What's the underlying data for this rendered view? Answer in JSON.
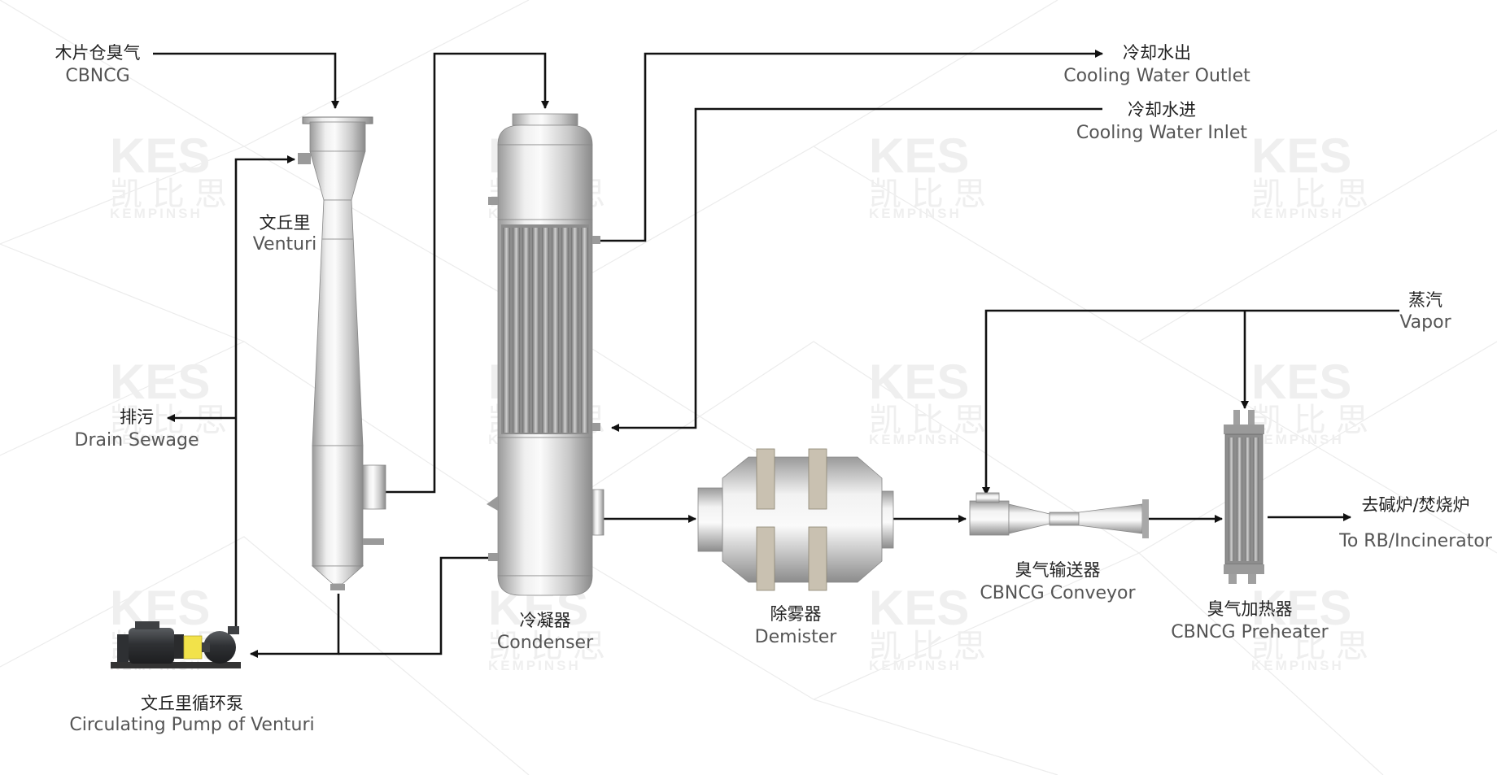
{
  "watermark": {
    "logo": "KES",
    "cn": "凯比思",
    "en": "KEMPINSH"
  },
  "labels": {
    "cbncg_in": {
      "cn": "木片仓臭气",
      "en": "CBNCG"
    },
    "venturi": {
      "cn": "文丘里",
      "en": "Venturi"
    },
    "drain": {
      "cn": "排污",
      "en": "Drain Sewage"
    },
    "pump": {
      "cn": "文丘里循环泵",
      "en": "Circulating Pump of Venturi"
    },
    "condenser": {
      "cn": "冷凝器",
      "en": "Condenser"
    },
    "cw_outlet": {
      "cn": "冷却水出",
      "en": "Cooling Water Outlet"
    },
    "cw_inlet": {
      "cn": "冷却水进",
      "en": "Cooling Water Inlet"
    },
    "demister": {
      "cn": "除雾器",
      "en": "Demister"
    },
    "conveyor": {
      "cn": "臭气输送器",
      "en": "CBNCG Conveyor"
    },
    "vapor": {
      "cn": "蒸汽",
      "en": "Vapor"
    },
    "preheater": {
      "cn": "臭气加热器",
      "en": "CBNCG Preheater"
    },
    "outlet": {
      "cn": "去碱炉/焚烧炉",
      "en": "To RB/Incinerator"
    }
  },
  "colors": {
    "line": "#111111",
    "steel_light": "#f4f4f4",
    "steel_dark": "#8e8e8e",
    "flange": "#c9c1b1",
    "pump_motor": "#3b3d40",
    "pump_coupling": "#f2e24a"
  }
}
